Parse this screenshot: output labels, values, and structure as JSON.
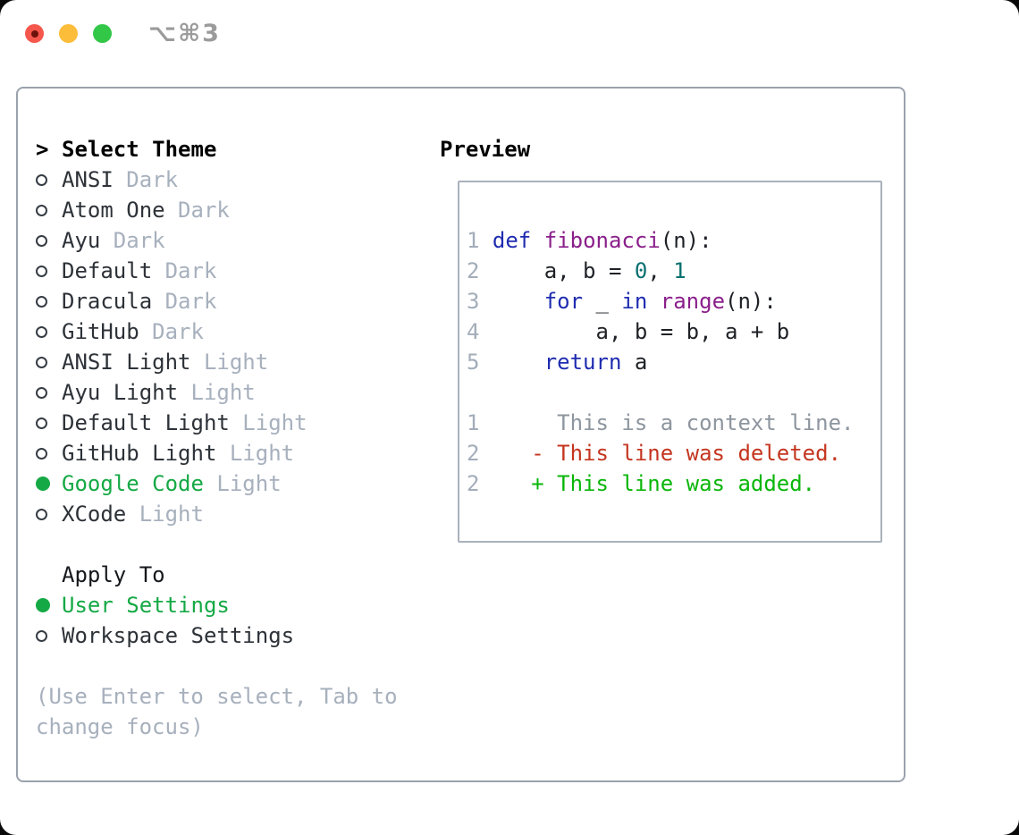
{
  "window": {
    "shortcut": "⌥⌘3",
    "traffic_lights": [
      "close",
      "minimize",
      "zoom"
    ]
  },
  "theme_selector": {
    "prompt": ">",
    "title": "Select Theme",
    "items": [
      {
        "name": "ANSI",
        "tag": "Dark",
        "selected": false
      },
      {
        "name": "Atom One",
        "tag": "Dark",
        "selected": false
      },
      {
        "name": "Ayu",
        "tag": "Dark",
        "selected": false
      },
      {
        "name": "Default",
        "tag": "Dark",
        "selected": false
      },
      {
        "name": "Dracula",
        "tag": "Dark",
        "selected": false
      },
      {
        "name": "GitHub",
        "tag": "Dark",
        "selected": false
      },
      {
        "name": "ANSI Light",
        "tag": "Light",
        "selected": false
      },
      {
        "name": "Ayu Light",
        "tag": "Light",
        "selected": false
      },
      {
        "name": "Default Light",
        "tag": "Light",
        "selected": false
      },
      {
        "name": "GitHub Light",
        "tag": "Light",
        "selected": false
      },
      {
        "name": "Google Code",
        "tag": "Light",
        "selected": true
      },
      {
        "name": "XCode",
        "tag": "Light",
        "selected": false
      }
    ],
    "apply_to": {
      "title": "Apply To",
      "options": [
        {
          "label": "User Settings",
          "selected": true
        },
        {
          "label": "Workspace Settings",
          "selected": false
        }
      ]
    },
    "help_lines": [
      "(Use Enter to select, Tab to",
      "change focus)"
    ]
  },
  "preview": {
    "title": "Preview",
    "lines": [
      {
        "tokens": [
          {
            "t": "1 ",
            "c": "ln"
          },
          {
            "t": "def",
            "c": "kw"
          },
          {
            "t": " ",
            "c": "pl"
          },
          {
            "t": "fibonacci",
            "c": "fn"
          },
          {
            "t": "(n):",
            "c": "pl"
          }
        ]
      },
      {
        "tokens": [
          {
            "t": "2 ",
            "c": "ln"
          },
          {
            "t": "    a, b = ",
            "c": "pl"
          },
          {
            "t": "0",
            "c": "num"
          },
          {
            "t": ", ",
            "c": "pl"
          },
          {
            "t": "1",
            "c": "num"
          }
        ]
      },
      {
        "tokens": [
          {
            "t": "3 ",
            "c": "ln"
          },
          {
            "t": "    ",
            "c": "pl"
          },
          {
            "t": "for",
            "c": "kw"
          },
          {
            "t": " _ ",
            "c": "pl"
          },
          {
            "t": "in",
            "c": "kw"
          },
          {
            "t": " ",
            "c": "pl"
          },
          {
            "t": "range",
            "c": "fn"
          },
          {
            "t": "(n):",
            "c": "pl"
          }
        ]
      },
      {
        "tokens": [
          {
            "t": "4 ",
            "c": "ln"
          },
          {
            "t": "        a, b = b, a + b",
            "c": "pl"
          }
        ]
      },
      {
        "tokens": [
          {
            "t": "5 ",
            "c": "ln"
          },
          {
            "t": "    ",
            "c": "pl"
          },
          {
            "t": "return",
            "c": "kw"
          },
          {
            "t": " a",
            "c": "pl"
          }
        ]
      },
      {
        "tokens": []
      },
      {
        "tokens": [
          {
            "t": "1",
            "c": "ln"
          },
          {
            "t": "      ",
            "c": "pl"
          },
          {
            "t": "This is a context line.",
            "c": "ctx"
          }
        ]
      },
      {
        "tokens": [
          {
            "t": "2",
            "c": "ln"
          },
          {
            "t": "    ",
            "c": "pl"
          },
          {
            "t": "- This line was deleted.",
            "c": "del"
          }
        ]
      },
      {
        "tokens": [
          {
            "t": "2",
            "c": "ln"
          },
          {
            "t": "    ",
            "c": "pl"
          },
          {
            "t": "+ This line was added.",
            "c": "add"
          }
        ]
      }
    ]
  },
  "colors": {
    "window-bg": "#ffffff",
    "tl-red": "#f5574d",
    "tl-red-dot": "#6d120b",
    "tl-yellow": "#fcbd3b",
    "tl-green": "#33c748",
    "shortcut-gray": "#9b9b9b",
    "border-panel": "#9aa3ad",
    "border-box": "#a9b1bb",
    "text-dark": "#2d3238",
    "muted": "#a7b0bd",
    "accent-green": "#15a945",
    "kw-blue": "#1f2cb0",
    "fn-purple": "#8a1f8a",
    "num-teal": "#0a7070",
    "pl": "#1e2126",
    "ln": "#a3adba",
    "ctx": "#8d959e",
    "deleted-red": "#c4351f",
    "added-green": "#0ab60a"
  }
}
